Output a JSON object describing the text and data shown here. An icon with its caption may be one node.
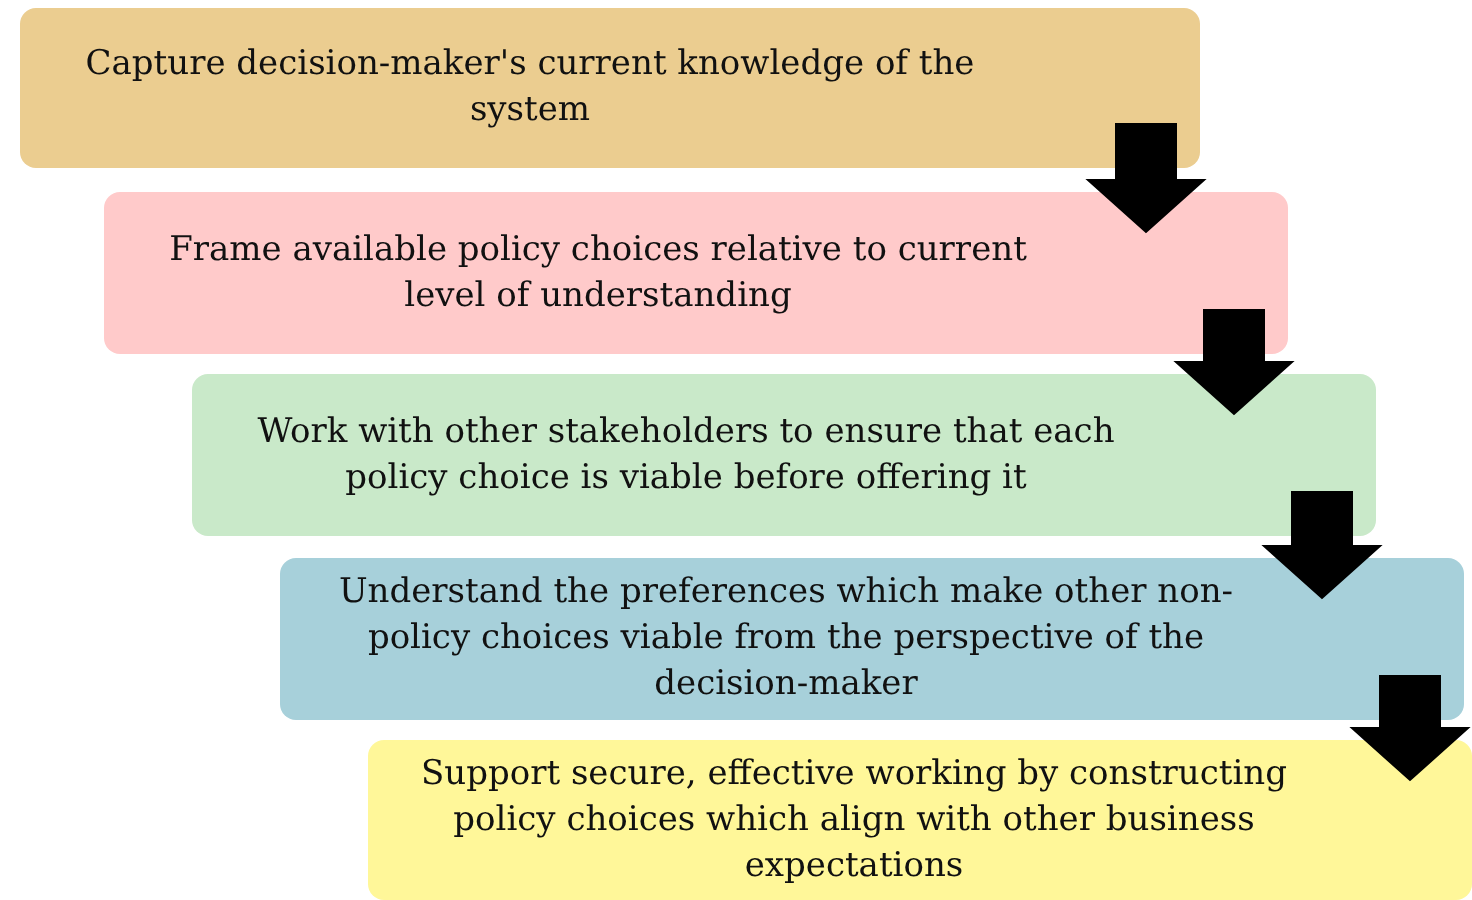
{
  "diagram": {
    "nodes": [
      {
        "text": [
          "Capture decision-maker's current knowledge of the system"
        ]
      },
      {
        "text": [
          "Frame available policy choices relative to current level of  understanding"
        ]
      },
      {
        "text": [
          "Work with other stakeholders to ensure that each policy choice is viable before offering it"
        ]
      },
      {
        "text": [
          "Understand the preferences which make other non-policy choices viable from the perspective of the decision-maker"
        ]
      },
      {
        "text": [
          "Support secure, effective working by constructing policy choices which align with other business expectations"
        ]
      }
    ],
    "edges": [
      {
        "from": 0,
        "to": 1,
        "arrow": "to"
      },
      {
        "from": 1,
        "to": 2,
        "arrow": "to"
      },
      {
        "from": 2,
        "to": 3,
        "arrow": "to"
      },
      {
        "from": 3,
        "to": 4,
        "arrow": "to"
      }
    ]
  }
}
